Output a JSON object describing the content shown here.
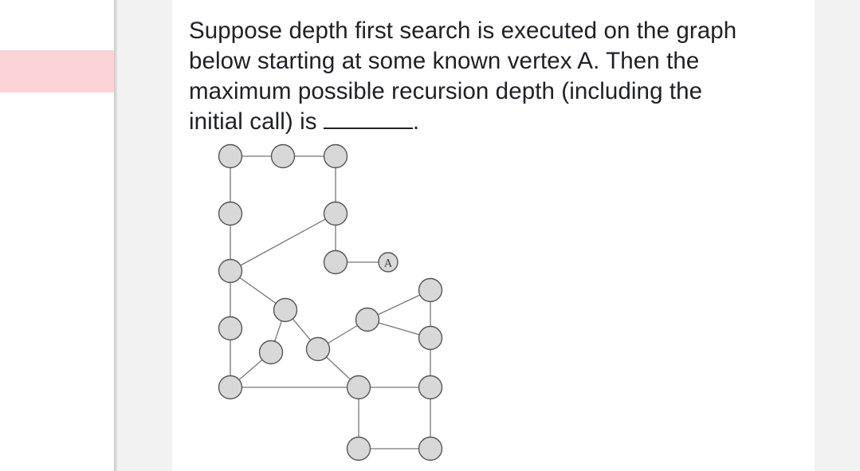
{
  "question": {
    "line1": "Suppose depth first search is executed on the graph",
    "line2": "below starting at some known vertex A. Then the",
    "line3": "maximum possible recursion depth (including the",
    "line4_pre": "initial call) is ",
    "line4_post": "."
  },
  "graph": {
    "start_label": "A"
  },
  "colors": {
    "highlight": "#fcd3d6",
    "node_fill": "#d8d8d8",
    "node_stroke": "#555555",
    "edge": "#777777"
  }
}
